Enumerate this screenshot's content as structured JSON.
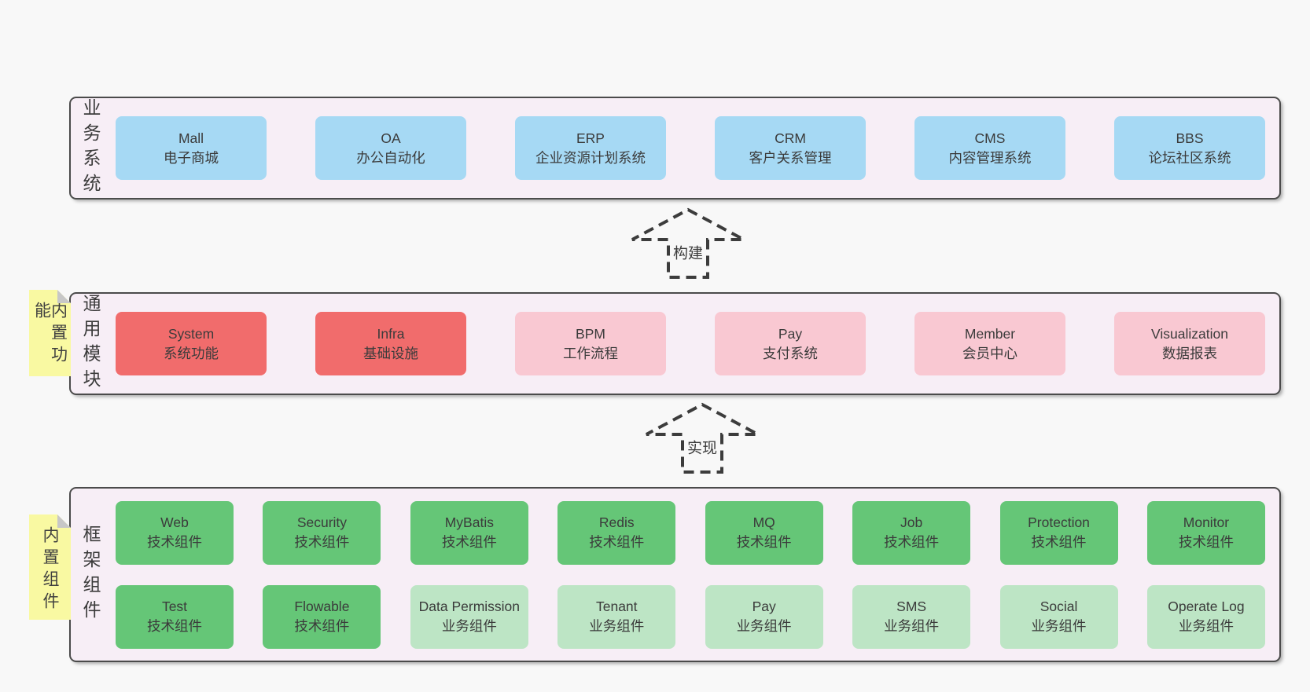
{
  "layers": [
    {
      "key": "business",
      "side_label": "业务系统",
      "sticky_note": null,
      "rows": [
        [
          {
            "en": "Mall",
            "zh": "电子商城",
            "variant": "blue"
          },
          {
            "en": "OA",
            "zh": "办公自动化",
            "variant": "blue"
          },
          {
            "en": "ERP",
            "zh": "企业资源计划系统",
            "variant": "blue"
          },
          {
            "en": "CRM",
            "zh": "客户关系管理",
            "variant": "blue"
          },
          {
            "en": "CMS",
            "zh": "内容管理系统",
            "variant": "blue"
          },
          {
            "en": "BBS",
            "zh": "论坛社区系统",
            "variant": "blue"
          }
        ]
      ]
    },
    {
      "key": "modules",
      "side_label": "通用模块",
      "sticky_note": "内置功能",
      "rows": [
        [
          {
            "en": "System",
            "zh": "系统功能",
            "variant": "red"
          },
          {
            "en": "Infra",
            "zh": "基础设施",
            "variant": "red"
          },
          {
            "en": "BPM",
            "zh": "工作流程",
            "variant": "pink"
          },
          {
            "en": "Pay",
            "zh": "支付系统",
            "variant": "pink"
          },
          {
            "en": "Member",
            "zh": "会员中心",
            "variant": "pink"
          },
          {
            "en": "Visualization",
            "zh": "数据报表",
            "variant": "pink"
          }
        ]
      ]
    },
    {
      "key": "framework",
      "side_label": "框架组件",
      "sticky_note": "内置组件",
      "rows": [
        [
          {
            "en": "Web",
            "zh": "技术组件",
            "variant": "green"
          },
          {
            "en": "Security",
            "zh": "技术组件",
            "variant": "green"
          },
          {
            "en": "MyBatis",
            "zh": "技术组件",
            "variant": "green"
          },
          {
            "en": "Redis",
            "zh": "技术组件",
            "variant": "green"
          },
          {
            "en": "MQ",
            "zh": "技术组件",
            "variant": "green"
          },
          {
            "en": "Job",
            "zh": "技术组件",
            "variant": "green"
          },
          {
            "en": "Protection",
            "zh": "技术组件",
            "variant": "green"
          },
          {
            "en": "Monitor",
            "zh": "技术组件",
            "variant": "green"
          }
        ],
        [
          {
            "en": "Test",
            "zh": "技术组件",
            "variant": "green"
          },
          {
            "en": "Flowable",
            "zh": "技术组件",
            "variant": "green"
          },
          {
            "en": "Data Permission",
            "zh": "业务组件",
            "variant": "green_light"
          },
          {
            "en": "Tenant",
            "zh": "业务组件",
            "variant": "green_light"
          },
          {
            "en": "Pay",
            "zh": "业务组件",
            "variant": "green_light"
          },
          {
            "en": "SMS",
            "zh": "业务组件",
            "variant": "green_light"
          },
          {
            "en": "Social",
            "zh": "业务组件",
            "variant": "green_light"
          },
          {
            "en": "Operate Log",
            "zh": "业务组件",
            "variant": "green_light"
          }
        ]
      ]
    }
  ],
  "arrows": [
    {
      "label": "构建"
    },
    {
      "label": "实现"
    }
  ],
  "colors": {
    "blue": "#a6d9f4",
    "red": "#f16c6c",
    "pink": "#f9c8d2",
    "green": "#65c677",
    "green_light": "#bde5c5",
    "container_bg": "#f7eef6",
    "container_border": "#4b4b4b",
    "note_bg": "#f9f9a2",
    "note_fold": "#c7c7c7",
    "arrow_stroke": "#3c3c3c",
    "text": "#3b3b3b",
    "page_bg": "#f8f8f8"
  }
}
